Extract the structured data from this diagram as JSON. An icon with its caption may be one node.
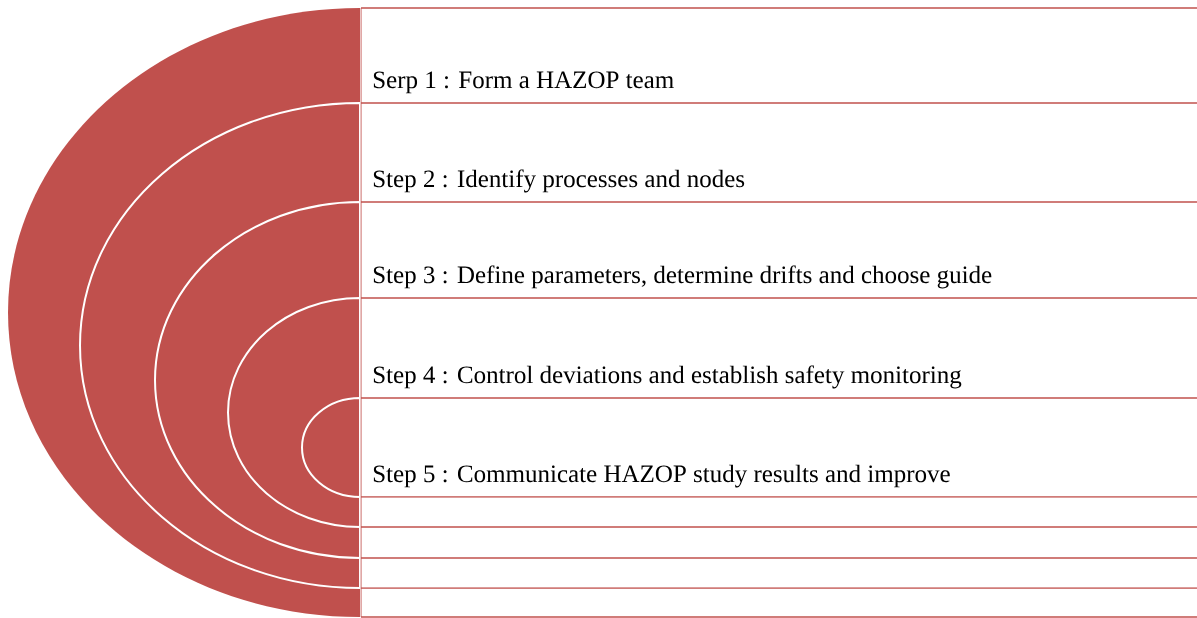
{
  "diagram": {
    "nodes": [
      {
        "text": [
          "Serp 1 : Form a HAZOP team"
        ]
      },
      {
        "text": [
          "Step 2 : Identify processes and nodes"
        ]
      },
      {
        "text": [
          "Step 3 : Define parameters, determine drifts and choose guide"
        ]
      },
      {
        "text": [
          "Step 4 : Control deviations and establish safety monitoring"
        ]
      },
      {
        "text": [
          "Step 5 : Communicate HAZOP study results and improve"
        ]
      }
    ]
  }
}
